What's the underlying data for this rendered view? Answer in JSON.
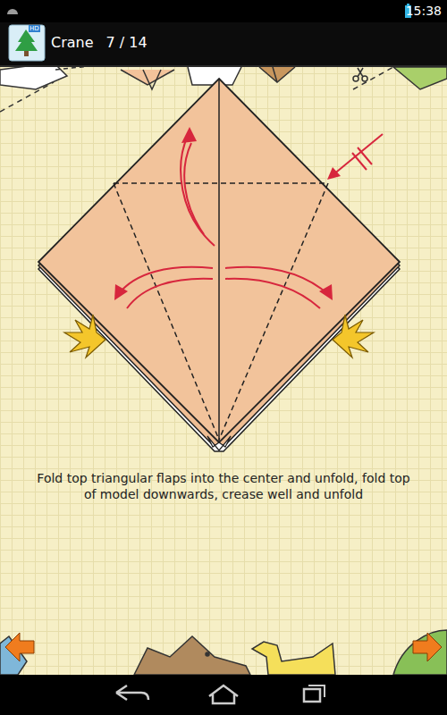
{
  "diagram": {
    "title": "Crane",
    "caption": "Fold top triangular flaps into the center and unfold, fold top of model downwards, crease well and unfold",
    "labels": [
      "7 / 14",
      "15:38",
      "HD"
    ]
  }
}
